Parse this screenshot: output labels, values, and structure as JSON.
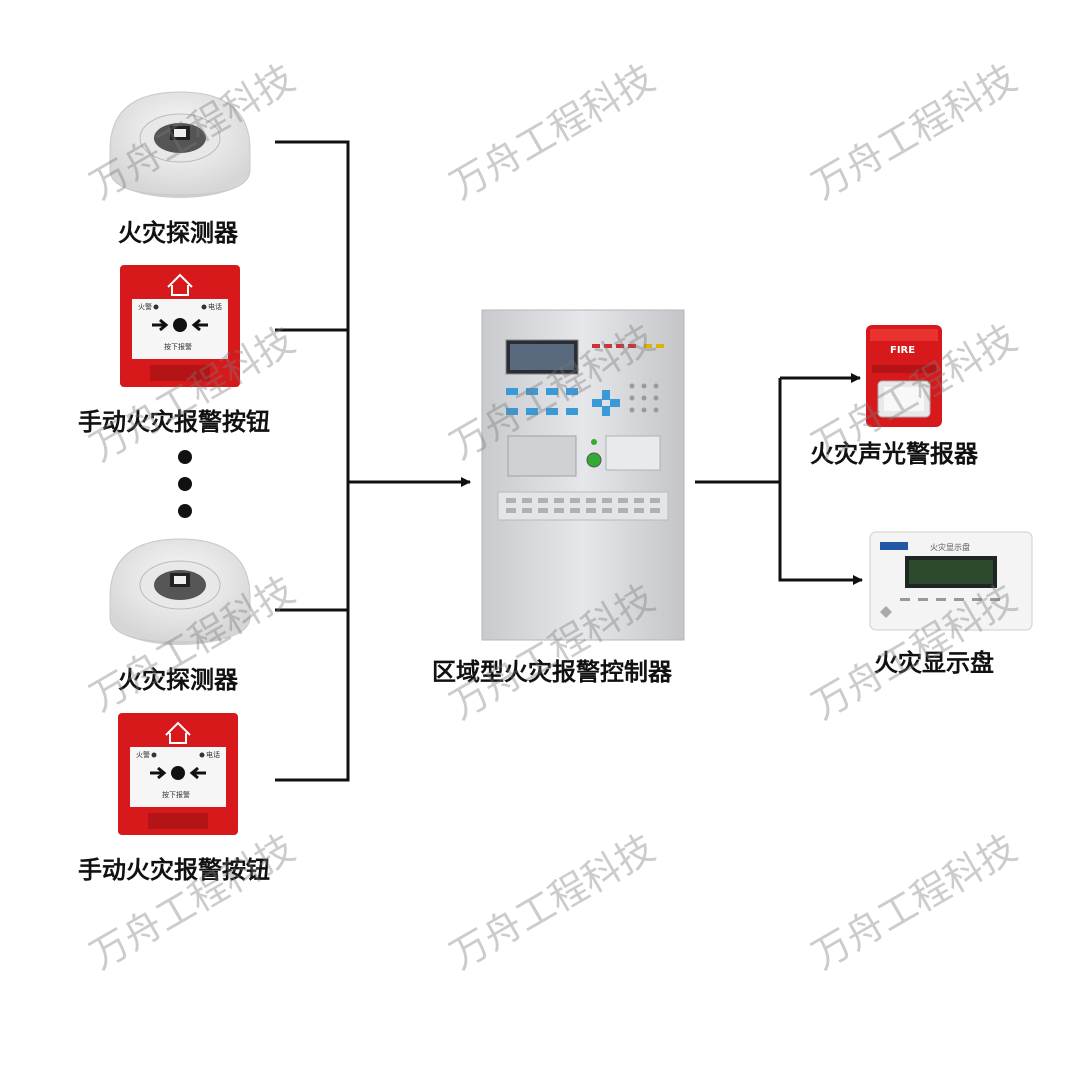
{
  "inputs": [
    {
      "label": "火灾探测器",
      "icon": "smoke-detector-icon"
    },
    {
      "label": "手动火灾报警按钮",
      "icon": "manual-call-point-icon",
      "panel_text": {
        "fire": "火警",
        "phone": "电话",
        "press": "按下报警"
      }
    },
    {
      "label": "火灾探测器",
      "icon": "smoke-detector-icon"
    },
    {
      "label": "手动火灾报警按钮",
      "icon": "manual-call-point-icon",
      "panel_text": {
        "fire": "火警",
        "phone": "电话",
        "press": "按下报警"
      }
    }
  ],
  "controller": {
    "label": "区域型火灾报警控制器",
    "icon": "fire-alarm-control-panel-icon"
  },
  "outputs": [
    {
      "label": "火灾声光警报器",
      "icon": "strobe-siren-icon",
      "device_text": "FIRE"
    },
    {
      "label": "火灾显示盘",
      "icon": "fire-repeater-panel-icon",
      "device_text": "火灾显示盘"
    }
  ],
  "watermark": "万舟工程科技",
  "colors": {
    "line": "#111111",
    "red": "#d7191c",
    "detector": "#eeeeee",
    "cabinet": "#dcdde0"
  }
}
